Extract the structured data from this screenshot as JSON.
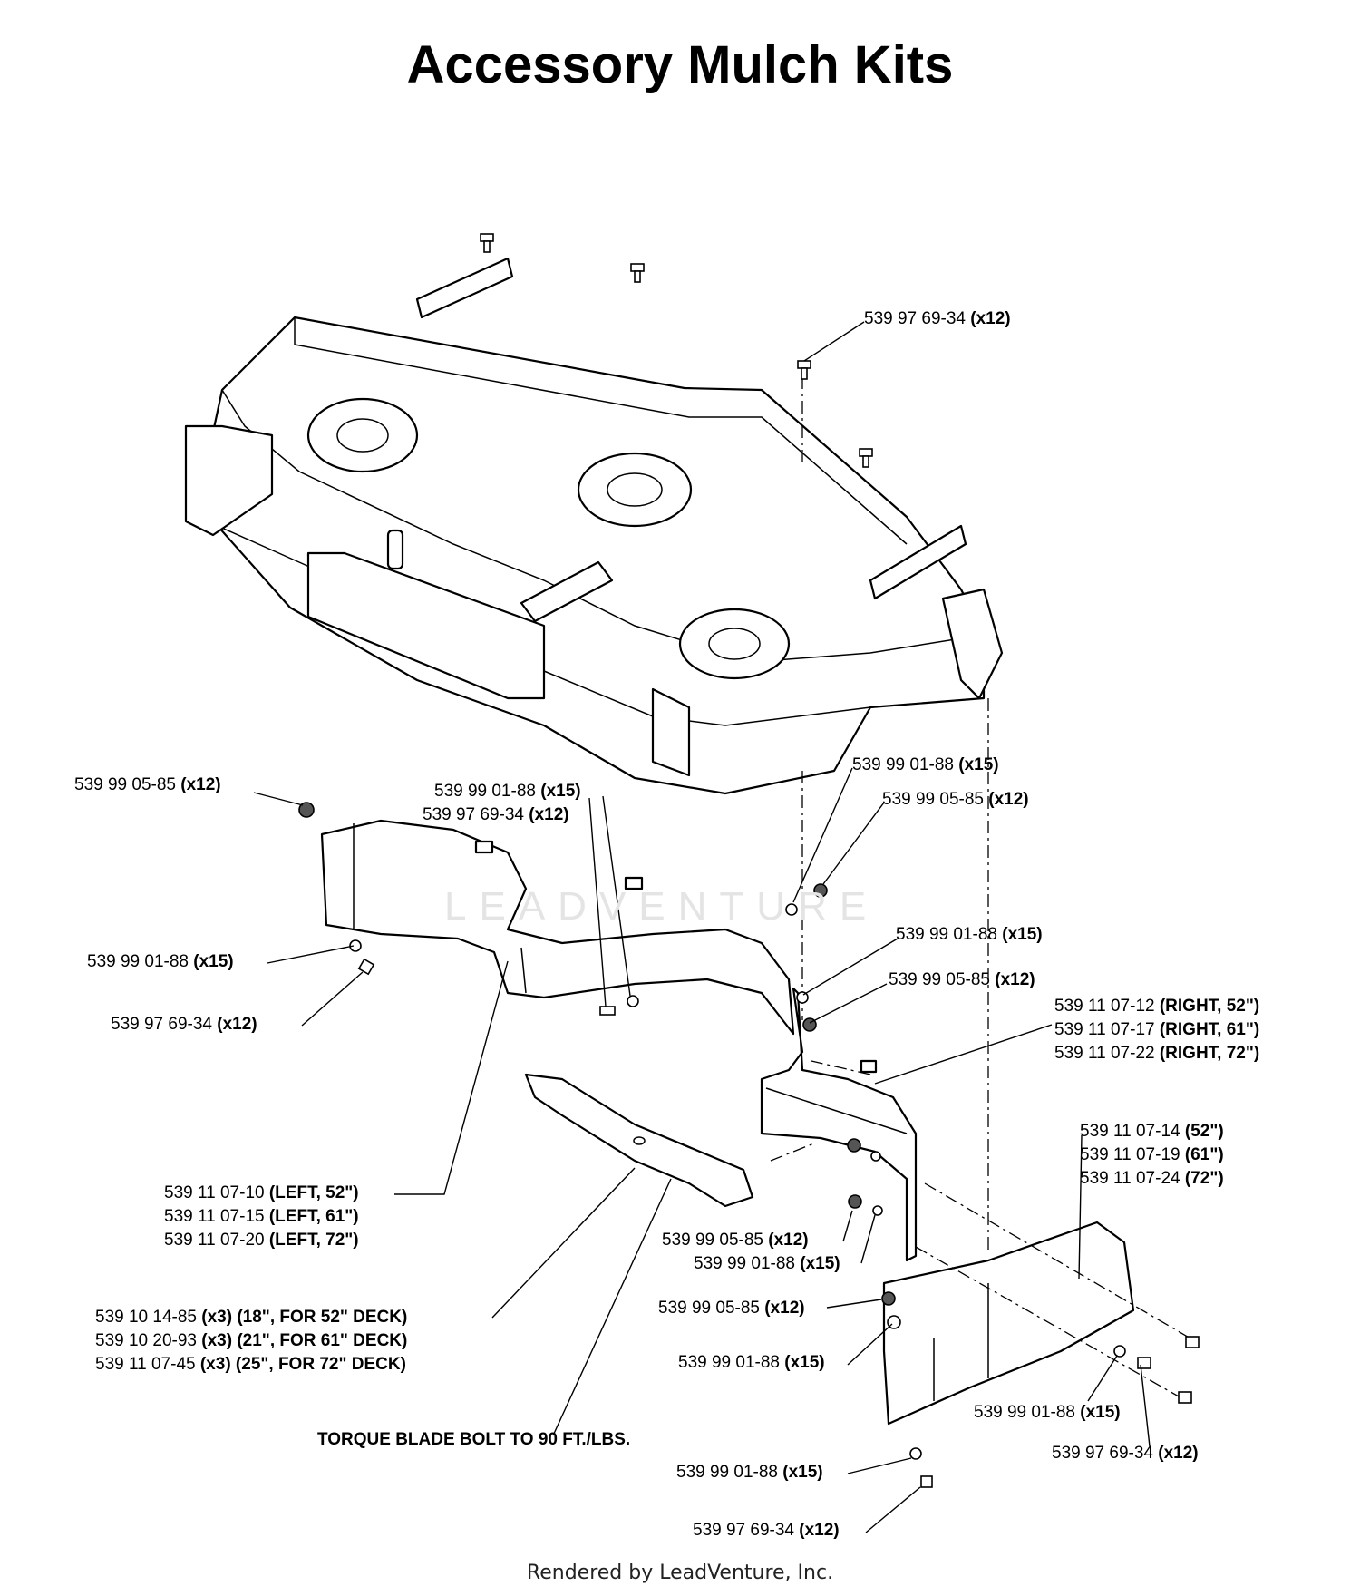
{
  "title": "Accessory Mulch Kits",
  "watermark": "LEADVENTURE",
  "footer": "Rendered by LeadVenture, Inc.",
  "note": "TORQUE BLADE BOLT TO 90 FT./LBS.",
  "callouts": {
    "c1": {
      "pn": "539 97 69-34",
      "qty": "(x12)"
    },
    "c2": {
      "pn": "539 99 05-85",
      "qty": "(x12)"
    },
    "c3": {
      "pn": "539 99 01-88",
      "qty": "(x15)"
    },
    "c4": {
      "pn": "539 97 69-34",
      "qty": "(x12)"
    },
    "c5": {
      "pn": "539 99 01-88",
      "qty": "(x15)"
    },
    "c6": {
      "pn": "539 99 05-85",
      "qty": "(x12)"
    },
    "c7": {
      "pn": "539 99 01-88",
      "qty": "(x15)"
    },
    "c8": {
      "pn": "539 97 69-34",
      "qty": "(x12)"
    },
    "c9": {
      "pn": "539 99 01-88",
      "qty": "(x15)"
    },
    "c10": {
      "pn": "539 99 05-85",
      "qty": "(x12)"
    },
    "c11": {
      "pn": "539 99 05-85",
      "qty": "(x12)"
    },
    "c12": {
      "pn": "539 99 01-88",
      "qty": "(x15)"
    },
    "c13": {
      "pn": "539 99 05-85",
      "qty": "(x12)"
    },
    "c14": {
      "pn": "539 99 01-88",
      "qty": "(x15)"
    },
    "c15": {
      "pn": "539 99 01-88",
      "qty": "(x15)"
    },
    "c16": {
      "pn": "539 97 69-34",
      "qty": "(x12)"
    },
    "c17": {
      "pn": "539 99 01-88",
      "qty": "(x15)"
    },
    "c18": {
      "pn": "539 97 69-34",
      "qty": "(x12)"
    }
  },
  "groups": {
    "right_shield": [
      {
        "pn": "539 11 07-12",
        "qty": "(RIGHT, 52\")"
      },
      {
        "pn": "539 11 07-17",
        "qty": "(RIGHT, 61\")"
      },
      {
        "pn": "539 11 07-22",
        "qty": "(RIGHT, 72\")"
      }
    ],
    "discharge_cover": [
      {
        "pn": "539 11 07-14",
        "qty": "(52\")"
      },
      {
        "pn": "539 11 07-19",
        "qty": "(61\")"
      },
      {
        "pn": "539 11 07-24",
        "qty": "(72\")"
      }
    ],
    "left_shield": [
      {
        "pn": "539 11 07-10",
        "qty": "(LEFT, 52\")"
      },
      {
        "pn": "539 11 07-15",
        "qty": "(LEFT, 61\")"
      },
      {
        "pn": "539 11 07-20",
        "qty": "(LEFT, 72\")"
      }
    ],
    "blades": [
      {
        "pn": "539 10 14-85",
        "qty": "(x3) (18\", FOR 52\" DECK)"
      },
      {
        "pn": "539 10 20-93",
        "qty": "(x3) (21\", FOR 61\" DECK)"
      },
      {
        "pn": "539 11 07-45",
        "qty": "(x3) (25\", FOR 72\" DECK)"
      }
    ]
  }
}
